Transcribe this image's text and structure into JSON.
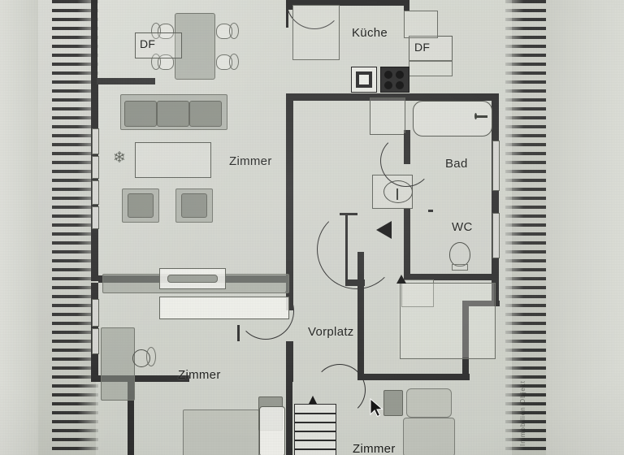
{
  "document": {
    "type": "floor-plan-photo",
    "language": "de",
    "description": "Gescannter Grundriss einer Dachgeschosswohnung"
  },
  "room_labels": {
    "kitchen": "Küche",
    "living_room": "Zimmer",
    "bathroom": "Bad",
    "toilet": "WC",
    "hallway": "Vorplatz",
    "bedroom_left": "Zimmer",
    "bedroom_bottom": "Zimmer",
    "roof_window_left": "DF",
    "roof_window_right": "DF"
  },
  "watermark": {
    "text": "Immobilien Objekt"
  },
  "colors": {
    "paper": "#c9cbc3",
    "wall": "#2f2f2f",
    "hatching": "#2b2b2b",
    "text": "#1b1c1a",
    "furniture_fill": "#969a91"
  },
  "annotations": {
    "stair_arrow_hall": "stair-direction-arrow",
    "stair_arrow_bedroom": "stair-direction-arrow",
    "mouse_cursor": "pointer"
  }
}
